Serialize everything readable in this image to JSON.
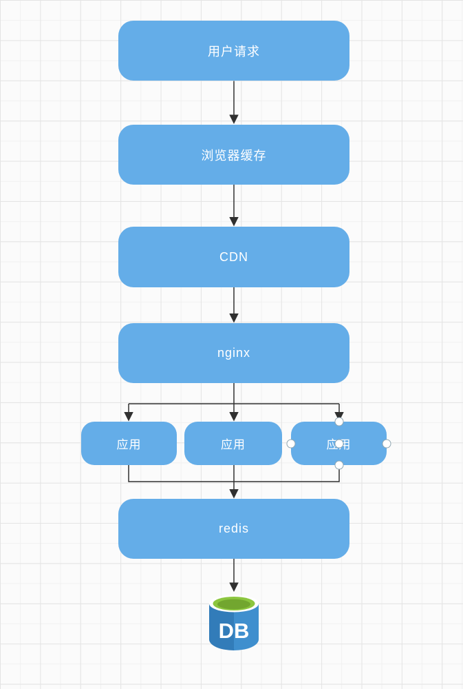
{
  "palette": {
    "canvas_bg": "#FBFBFB",
    "grid_minor": "#F1F1F1",
    "grid_major": "#E4E4E4",
    "node_fill": "#64ADE8",
    "node_text": "#FFFFFF",
    "connector": "#303030",
    "handle_fill": "#FFFFFF",
    "handle_border": "#8FA6B2",
    "db_top_outer_green": "#8CC63F",
    "db_top_inner_green": "#72A62F",
    "db_body_left_blue": "#327CB9",
    "db_body_right_blue": "#3F8FCE"
  },
  "nodes": [
    {
      "id": "user-request",
      "label": "用户请求",
      "type": "rounded-rect"
    },
    {
      "id": "browser-cache",
      "label": "浏览器缓存",
      "type": "rounded-rect"
    },
    {
      "id": "cdn",
      "label": "CDN",
      "type": "rounded-rect"
    },
    {
      "id": "nginx",
      "label": "nginx",
      "type": "rounded-rect"
    },
    {
      "id": "app-1",
      "label": "应用",
      "type": "rounded-rect"
    },
    {
      "id": "app-2",
      "label": "应用",
      "type": "rounded-rect"
    },
    {
      "id": "app-3",
      "label": "应用",
      "type": "rounded-rect",
      "selected": true
    },
    {
      "id": "redis",
      "label": "redis",
      "type": "rounded-rect"
    },
    {
      "id": "db",
      "label": "DB",
      "type": "database-icon"
    }
  ],
  "edges": [
    {
      "from": "user-request",
      "to": "browser-cache"
    },
    {
      "from": "browser-cache",
      "to": "cdn"
    },
    {
      "from": "cdn",
      "to": "nginx"
    },
    {
      "from": "nginx",
      "to": "app-1"
    },
    {
      "from": "nginx",
      "to": "app-2"
    },
    {
      "from": "nginx",
      "to": "app-3"
    },
    {
      "from": "app-1",
      "to": "redis"
    },
    {
      "from": "app-2",
      "to": "redis"
    },
    {
      "from": "app-3",
      "to": "redis"
    },
    {
      "from": "redis",
      "to": "db"
    }
  ]
}
